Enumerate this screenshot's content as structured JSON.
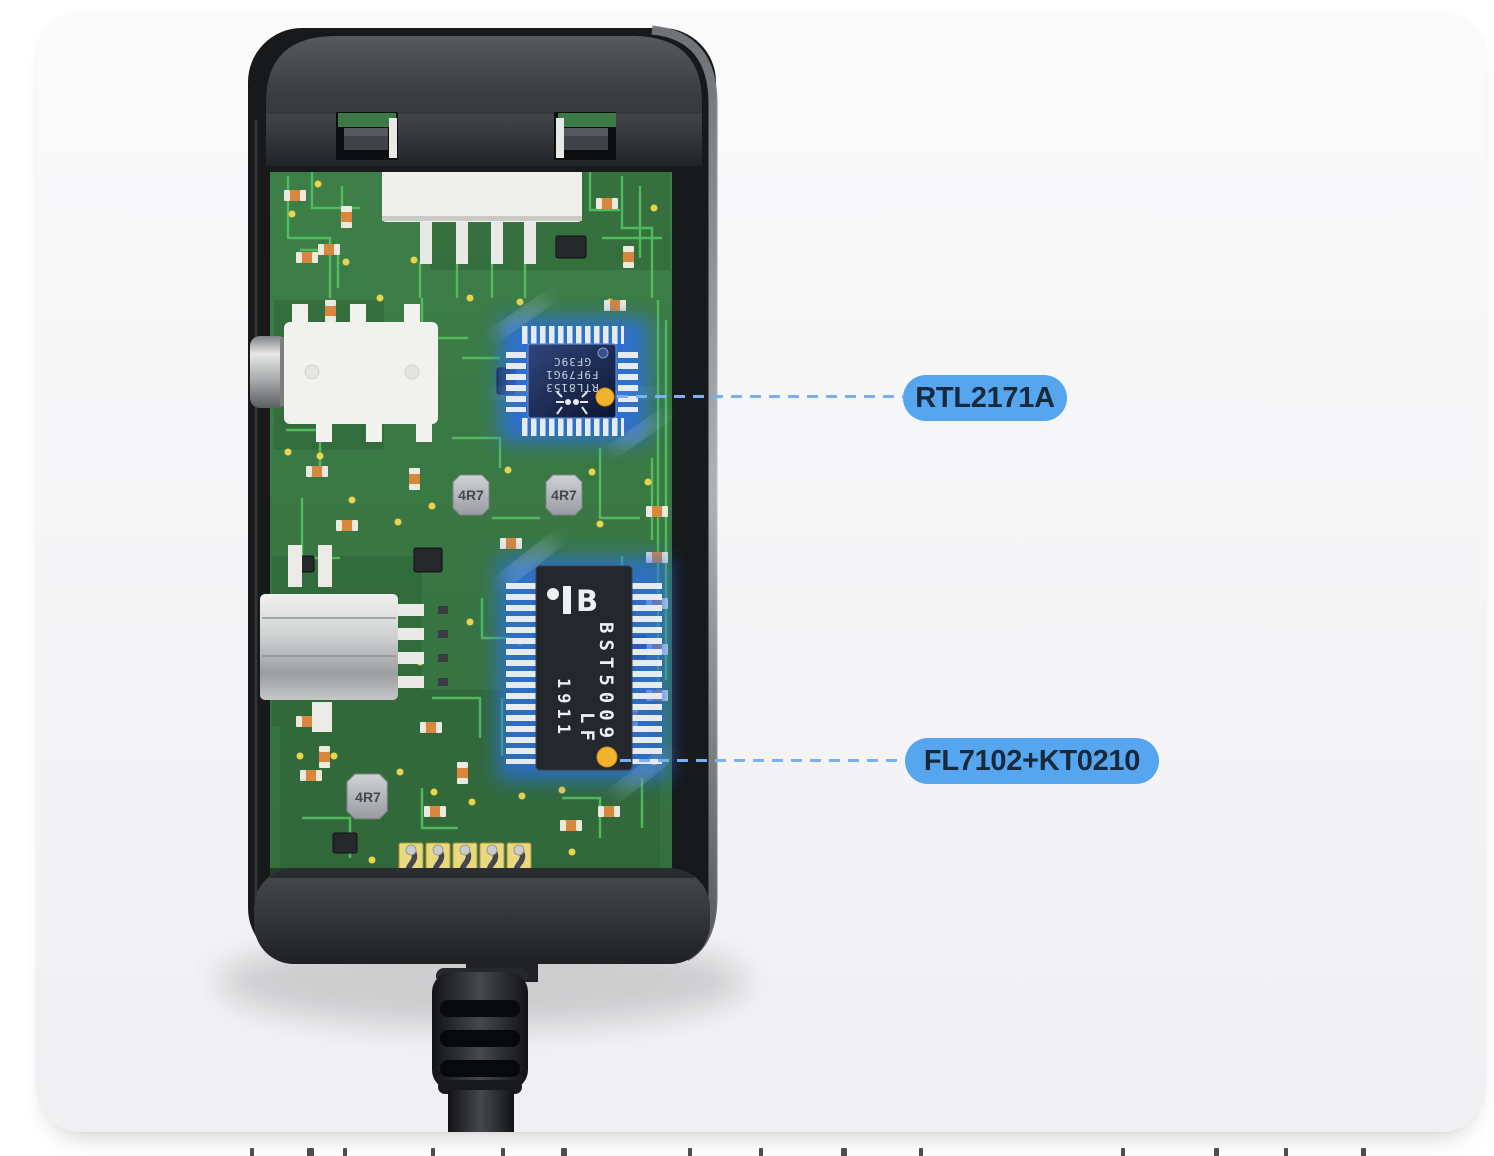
{
  "page": {
    "background": "#ffffff"
  },
  "card": {
    "bg_top": "#fafafb",
    "bg_bottom": "#f0f0f3"
  },
  "annotations": {
    "accent_color": "#55a6ee",
    "leader_color": "#7ab1f2",
    "marker_color": "#f2b32d",
    "labels": [
      {
        "text": "RTL2171A"
      },
      {
        "text": "FL7102+KT0210"
      }
    ]
  },
  "pcb": {
    "main_chip": {
      "line1": "RTL8153",
      "line2": "F9F79G1",
      "line3": "GF39C"
    },
    "power_chip": {
      "logo": "B",
      "model": "BST5009",
      "suffix": "LF",
      "date_code": "1911"
    },
    "inductor_label": "4R7"
  }
}
